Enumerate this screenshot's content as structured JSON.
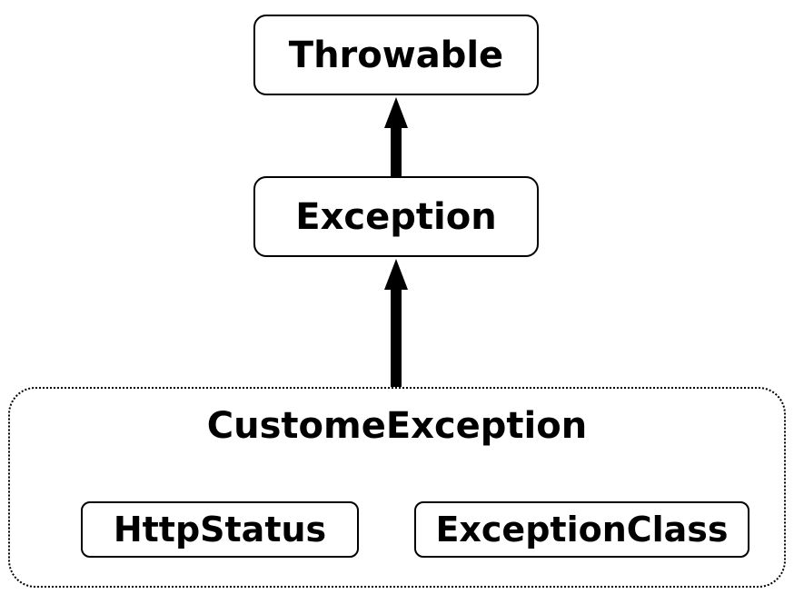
{
  "nodes": {
    "throwable": "Throwable",
    "exception": "Exception",
    "custom_exception": "CustomeException",
    "http_status": "HttpStatus",
    "exception_class": "ExceptionClass"
  },
  "edges": [
    {
      "from": "exception",
      "to": "throwable",
      "style": "solid-arrow"
    },
    {
      "from": "custom_exception",
      "to": "exception",
      "style": "solid-arrow"
    }
  ],
  "colors": {
    "stroke": "#000000",
    "background": "#ffffff"
  }
}
